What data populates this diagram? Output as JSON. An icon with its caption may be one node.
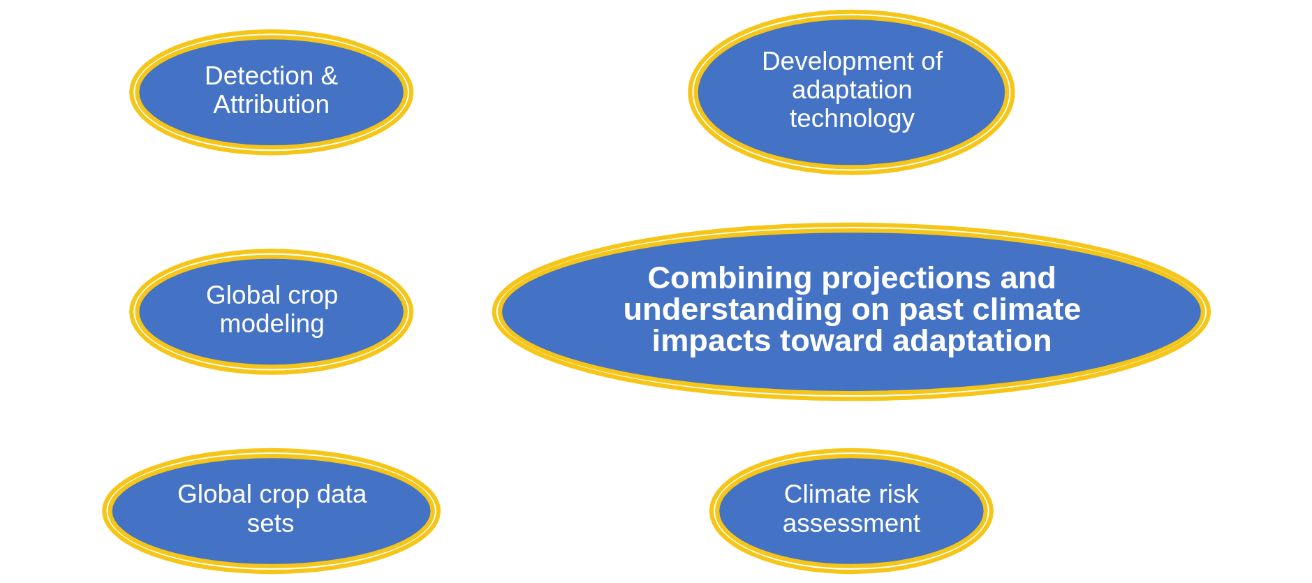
{
  "diagram": {
    "nodes": [
      {
        "text": [
          "Detection & Attribution"
        ]
      },
      {
        "text": [
          "Development of adaptation technology"
        ]
      },
      {
        "text": [
          "Global crop modeling"
        ]
      },
      {
        "text": [
          "Combining projections and understanding on past climate impacts toward adaptation"
        ]
      },
      {
        "text": [
          "Global crop data sets"
        ]
      },
      {
        "text": [
          "Climate risk assessment"
        ]
      }
    ]
  }
}
